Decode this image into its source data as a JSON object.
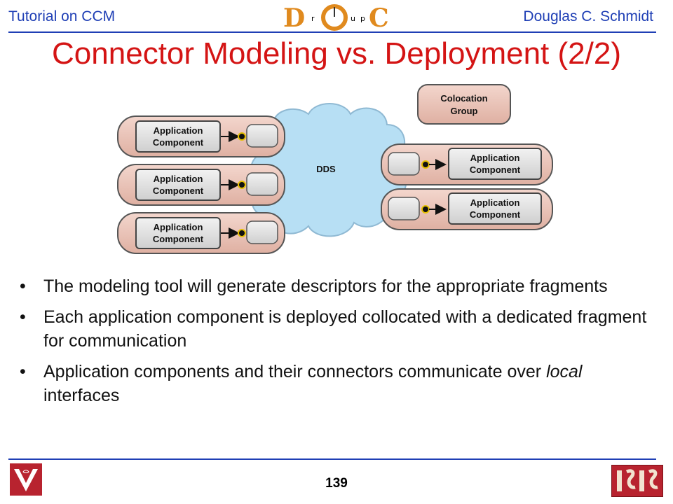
{
  "header": {
    "left_text": "Tutorial on CCM",
    "right_text": "Douglas C. Schmidt",
    "logo_letters": [
      "D",
      "r",
      "O",
      "u",
      "p",
      "C"
    ]
  },
  "title": "Connector Modeling vs. Deployment (2/2)",
  "diagram": {
    "colocation_label_line1": "Colocation",
    "colocation_label_line2": "Group",
    "cloud_label": "DDS",
    "component_line1": "Application",
    "component_line2": "Component"
  },
  "bullets": [
    {
      "text": "The modeling tool will generate descriptors for the appropriate fragments"
    },
    {
      "text": "Each application component is deployed collocated with a dedicated fragment for communication"
    },
    {
      "text_before": "Application components and their connectors communicate over ",
      "text_emph": "local",
      "text_after": " interfaces"
    }
  ],
  "footer": {
    "page_number": "139"
  },
  "colors": {
    "accent_blue": "#1f3fb5",
    "title_red": "#d41414",
    "group_fill": "#ebc4b8",
    "cloud_fill": "#b7dff4",
    "vu_logo": "#b8232f"
  }
}
